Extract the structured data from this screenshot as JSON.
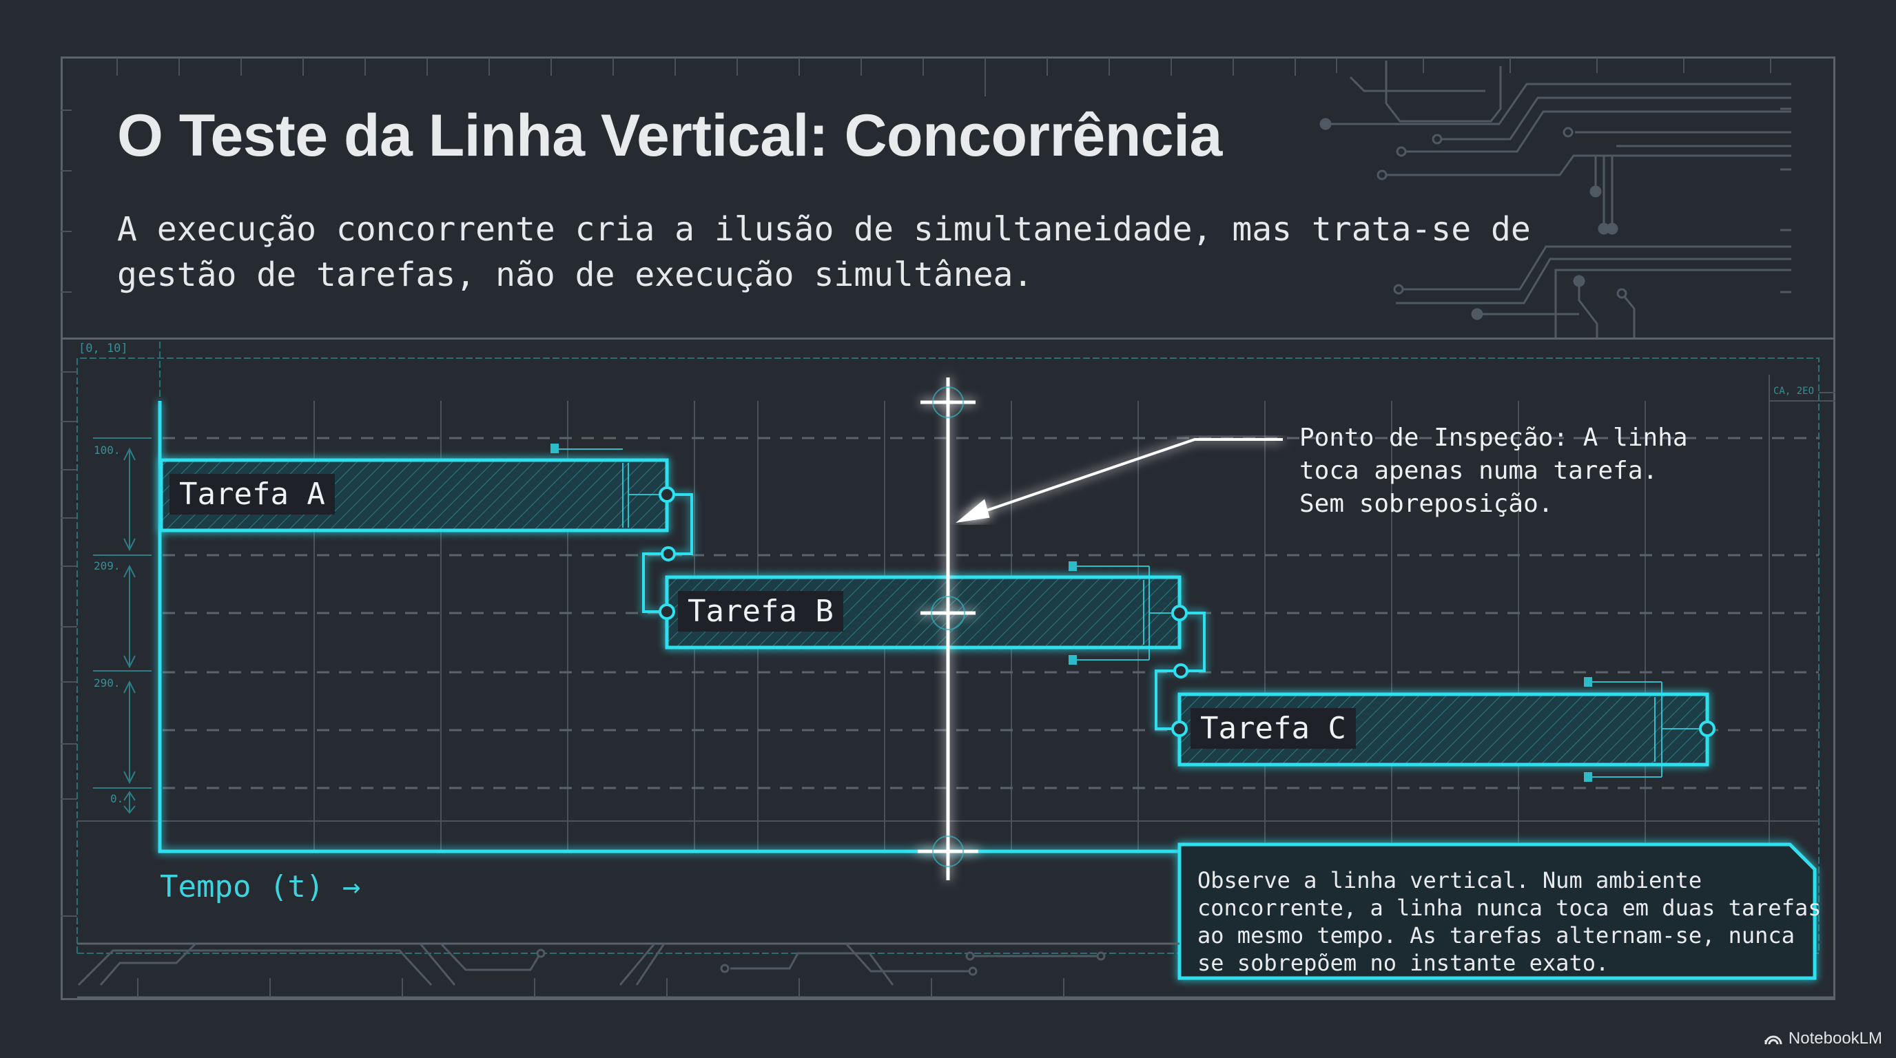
{
  "header": {
    "title": "O Teste da Linha Vertical: Concorrência",
    "subtitle_lines": [
      "A execução concorrente cria a ilusão de simultaneidade, mas trata-se de",
      "gestão de tarefas, não de execução simultânea."
    ]
  },
  "diagram": {
    "range_top_left": "[0, 10]",
    "range_top_right": "CA, 2EO",
    "dimension_labels": [
      "100.",
      "209.",
      "290.",
      "0."
    ],
    "tasks": [
      {
        "label": "Tarefa A"
      },
      {
        "label": "Tarefa B"
      },
      {
        "label": "Tarefa C"
      }
    ],
    "x_axis_label": "Tempo (t) →",
    "inspection_note_lines": [
      "Ponto de Inspeção: A linha",
      "toca apenas numa tarefa.",
      "Sem sobreposição."
    ],
    "callout_lines": [
      "Observe a linha vertical. Num ambiente",
      "concorrente, a linha nunca toca em duas tarefas",
      "ao mesmo tempo. As tarefas alternam-se, nunca",
      "se sobrepõem no instante exato."
    ],
    "colors": {
      "accent_cyan": "#2fe0ee",
      "inspection_line": "#ffffff",
      "grid": "#4a525c",
      "background": "#262a31"
    }
  },
  "footer": {
    "brand": "NotebookLM"
  }
}
